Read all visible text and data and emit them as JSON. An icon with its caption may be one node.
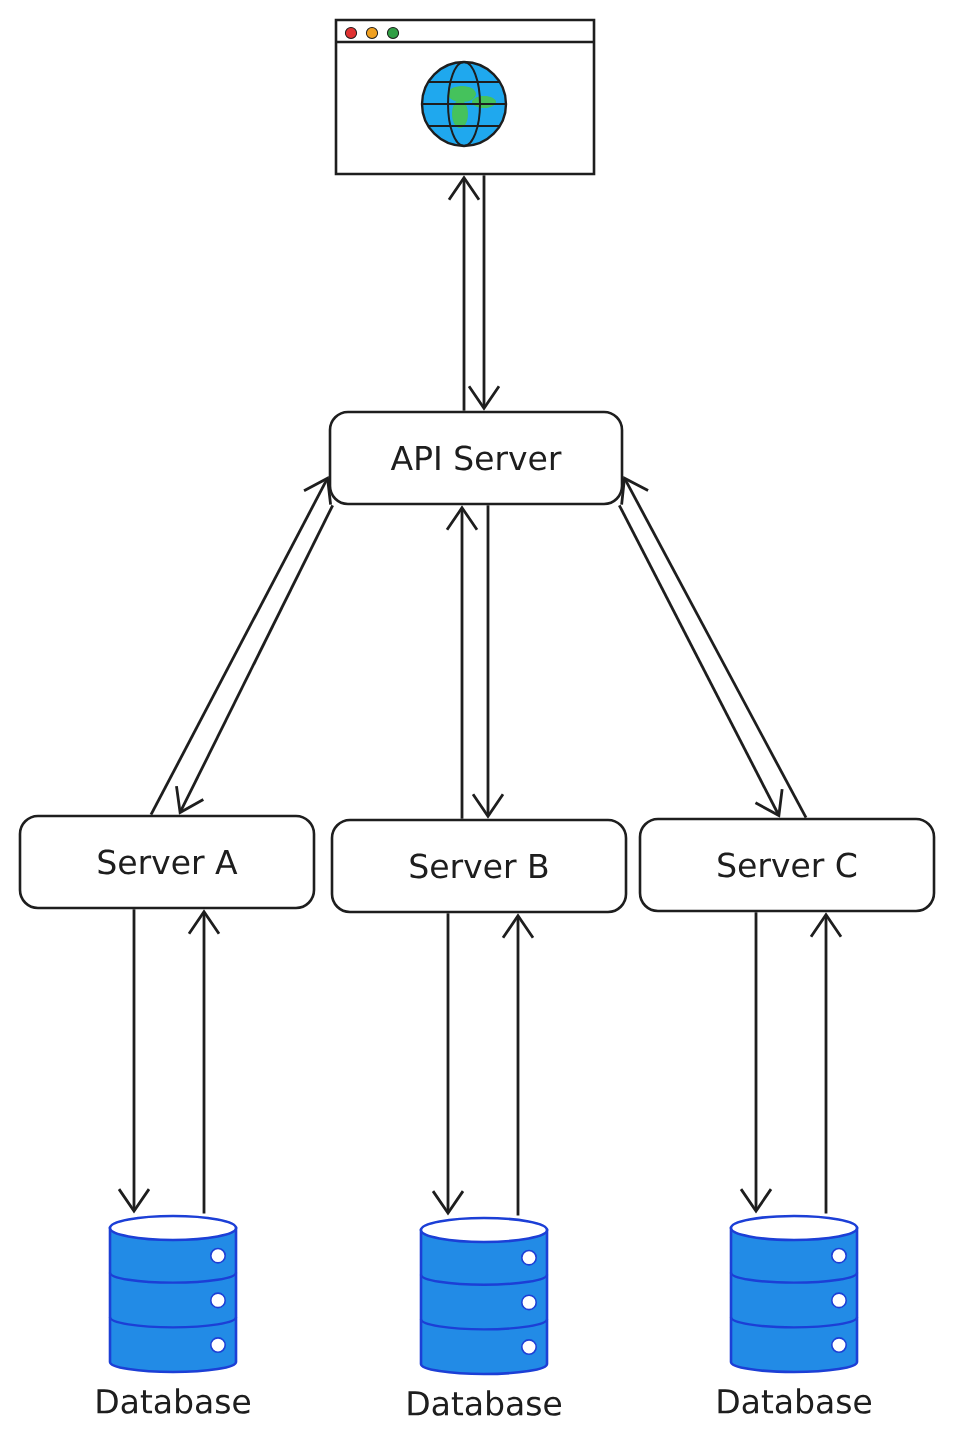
{
  "diagram": {
    "nodes": [
      {
        "text": [],
        "shape": "picture"
      },
      {
        "text": [
          "API Server"
        ]
      },
      {
        "text": [
          "Server A"
        ]
      },
      {
        "text": [
          "Server B"
        ]
      },
      {
        "text": [
          "Server C"
        ]
      },
      {
        "text": [],
        "shape": "cylinder",
        "beside": [
          "Database"
        ]
      },
      {
        "text": [],
        "shape": "cylinder",
        "beside": [
          "Database"
        ]
      },
      {
        "text": [],
        "shape": "cylinder",
        "beside": [
          "Database"
        ]
      }
    ],
    "edges": [
      {
        "from": 1,
        "to": 0,
        "arrow": "to"
      },
      {
        "from": 0,
        "to": 1,
        "arrow": "to"
      },
      {
        "from": 2,
        "to": 1,
        "arrow": "to"
      },
      {
        "from": 1,
        "to": 2,
        "arrow": "to"
      },
      {
        "from": 3,
        "to": 1,
        "arrow": "to"
      },
      {
        "from": 1,
        "to": 3,
        "arrow": "to"
      },
      {
        "from": 1,
        "to": 4,
        "arrow": "to"
      },
      {
        "from": 4,
        "to": 1,
        "arrow": "to"
      },
      {
        "from": 2,
        "to": 5,
        "arrow": "to"
      },
      {
        "from": 5,
        "to": 2,
        "arrow": "to"
      },
      {
        "from": 3,
        "to": 6,
        "arrow": "to"
      },
      {
        "from": 6,
        "to": 3,
        "arrow": "to"
      },
      {
        "from": 4,
        "to": 7,
        "arrow": "to"
      },
      {
        "from": 7,
        "to": 4,
        "arrow": "to"
      }
    ]
  }
}
